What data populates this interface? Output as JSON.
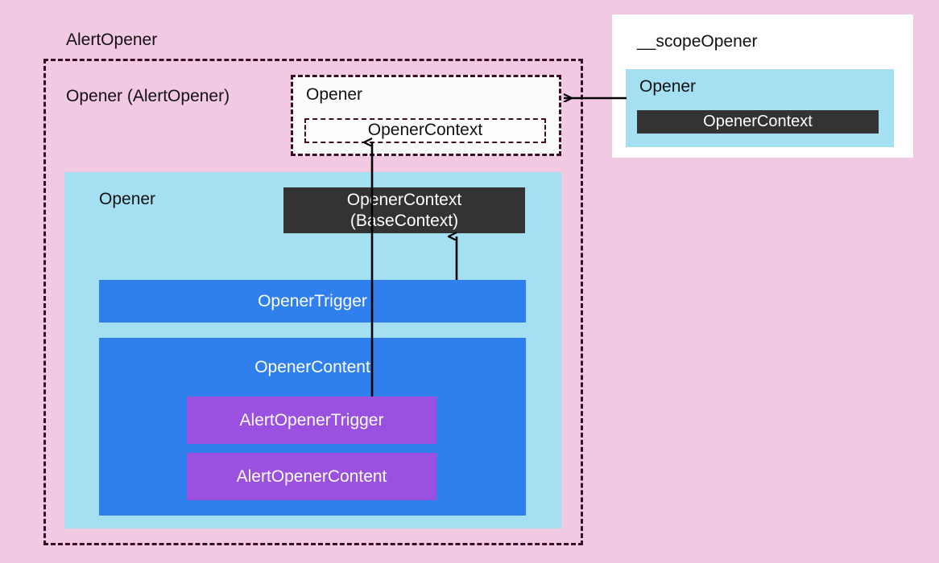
{
  "diagram": {
    "title": "AlertOpener",
    "canvas_bg": "#f2c9e3",
    "colors": {
      "pink_bg": "#f2c9e3",
      "light_blue": "#a5dff2",
      "blue": "#2f80ed",
      "purple": "#9b51e0",
      "dark": "#333333",
      "dashed_border": "#3d0d26",
      "white": "#ffffff"
    },
    "outer_group": {
      "label": "Opener (AlertOpener)",
      "border_style": "dashed"
    },
    "center_opener_box": {
      "label": "Opener",
      "context_label": "OpenerContext",
      "border_style": "dashed"
    },
    "blue_region": {
      "label": "Opener",
      "context_box": {
        "line1": "OpenerContext",
        "line2": "(BaseContext)"
      },
      "trigger": "OpenerTrigger",
      "content": {
        "label": "OpenerContent",
        "children": [
          "AlertOpenerTrigger",
          "AlertOpenerContent"
        ]
      }
    },
    "scope_card": {
      "title": "__scopeOpener",
      "inner_label": "Opener",
      "context_label": "OpenerContext"
    },
    "arrows": [
      {
        "name": "scope-to-center-opener",
        "from": "scope_card.inner_label",
        "to": "center_opener_box",
        "direction": "left"
      },
      {
        "name": "alert-opener-trigger-to-opener-context",
        "from": "AlertOpenerTrigger",
        "to": "center_opener_box.context_label",
        "direction": "up"
      },
      {
        "name": "opener-trigger-to-base-context",
        "from": "OpenerTrigger",
        "to": "OpenerContext (BaseContext)",
        "direction": "up"
      }
    ]
  }
}
